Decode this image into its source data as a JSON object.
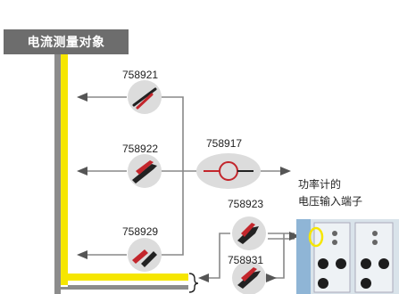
{
  "title": "电流测量对象",
  "products": [
    {
      "key": "p1",
      "code": "758921"
    },
    {
      "key": "p2",
      "code": "758922"
    },
    {
      "key": "p3",
      "code": "758917"
    },
    {
      "key": "p4",
      "code": "758929"
    },
    {
      "key": "p5",
      "code": "758923"
    },
    {
      "key": "p6",
      "code": "758931"
    }
  ],
  "meter": {
    "line1": "功率计的",
    "line2": "电压输入端子"
  },
  "colors": {
    "header_bg": "#6d6d6d",
    "yellow_wire": "#f6e600",
    "gray_wire": "#8c8c8c",
    "icon_bg": "#dcdcdc",
    "arrow": "#555555"
  },
  "icons": [
    "alligator-clip-icon",
    "probe-icon",
    "cable-icon",
    "meter-panel-icon"
  ]
}
